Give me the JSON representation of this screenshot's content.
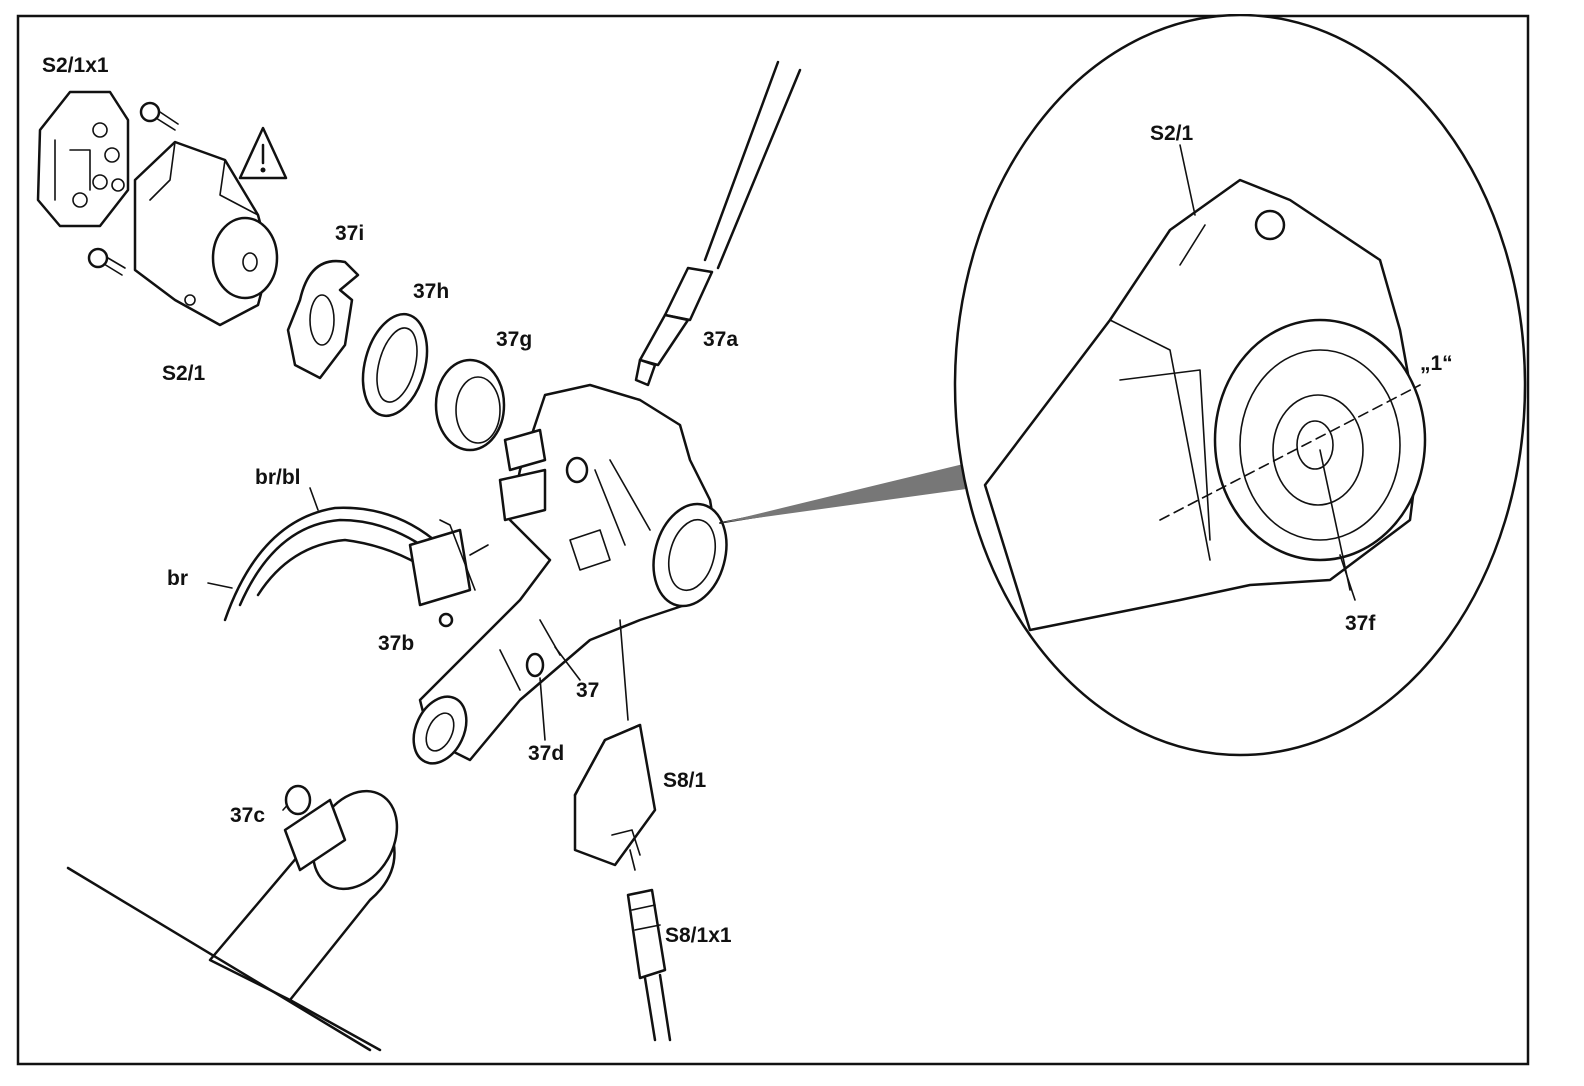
{
  "diagram": {
    "labels": {
      "s2_1x1": "S2/1x1",
      "s2_1": "S2/1",
      "part_37i": "37i",
      "part_37h": "37h",
      "part_37g": "37g",
      "part_37a": "37a",
      "wire_br_bl": "br/bl",
      "wire_br": "br",
      "part_37b": "37b",
      "part_37": "37",
      "part_37d": "37d",
      "part_37c": "37c",
      "s8_1": "S8/1",
      "s8_1x1": "S8/1x1",
      "detail_s2_1": "S2/1",
      "detail_mark_1": "„1“",
      "detail_37f": "37f"
    },
    "icons": [
      "warning-triangle-icon"
    ],
    "colors": {
      "line": "#111111",
      "background": "#ffffff",
      "shade": "#d8d8d8"
    }
  }
}
